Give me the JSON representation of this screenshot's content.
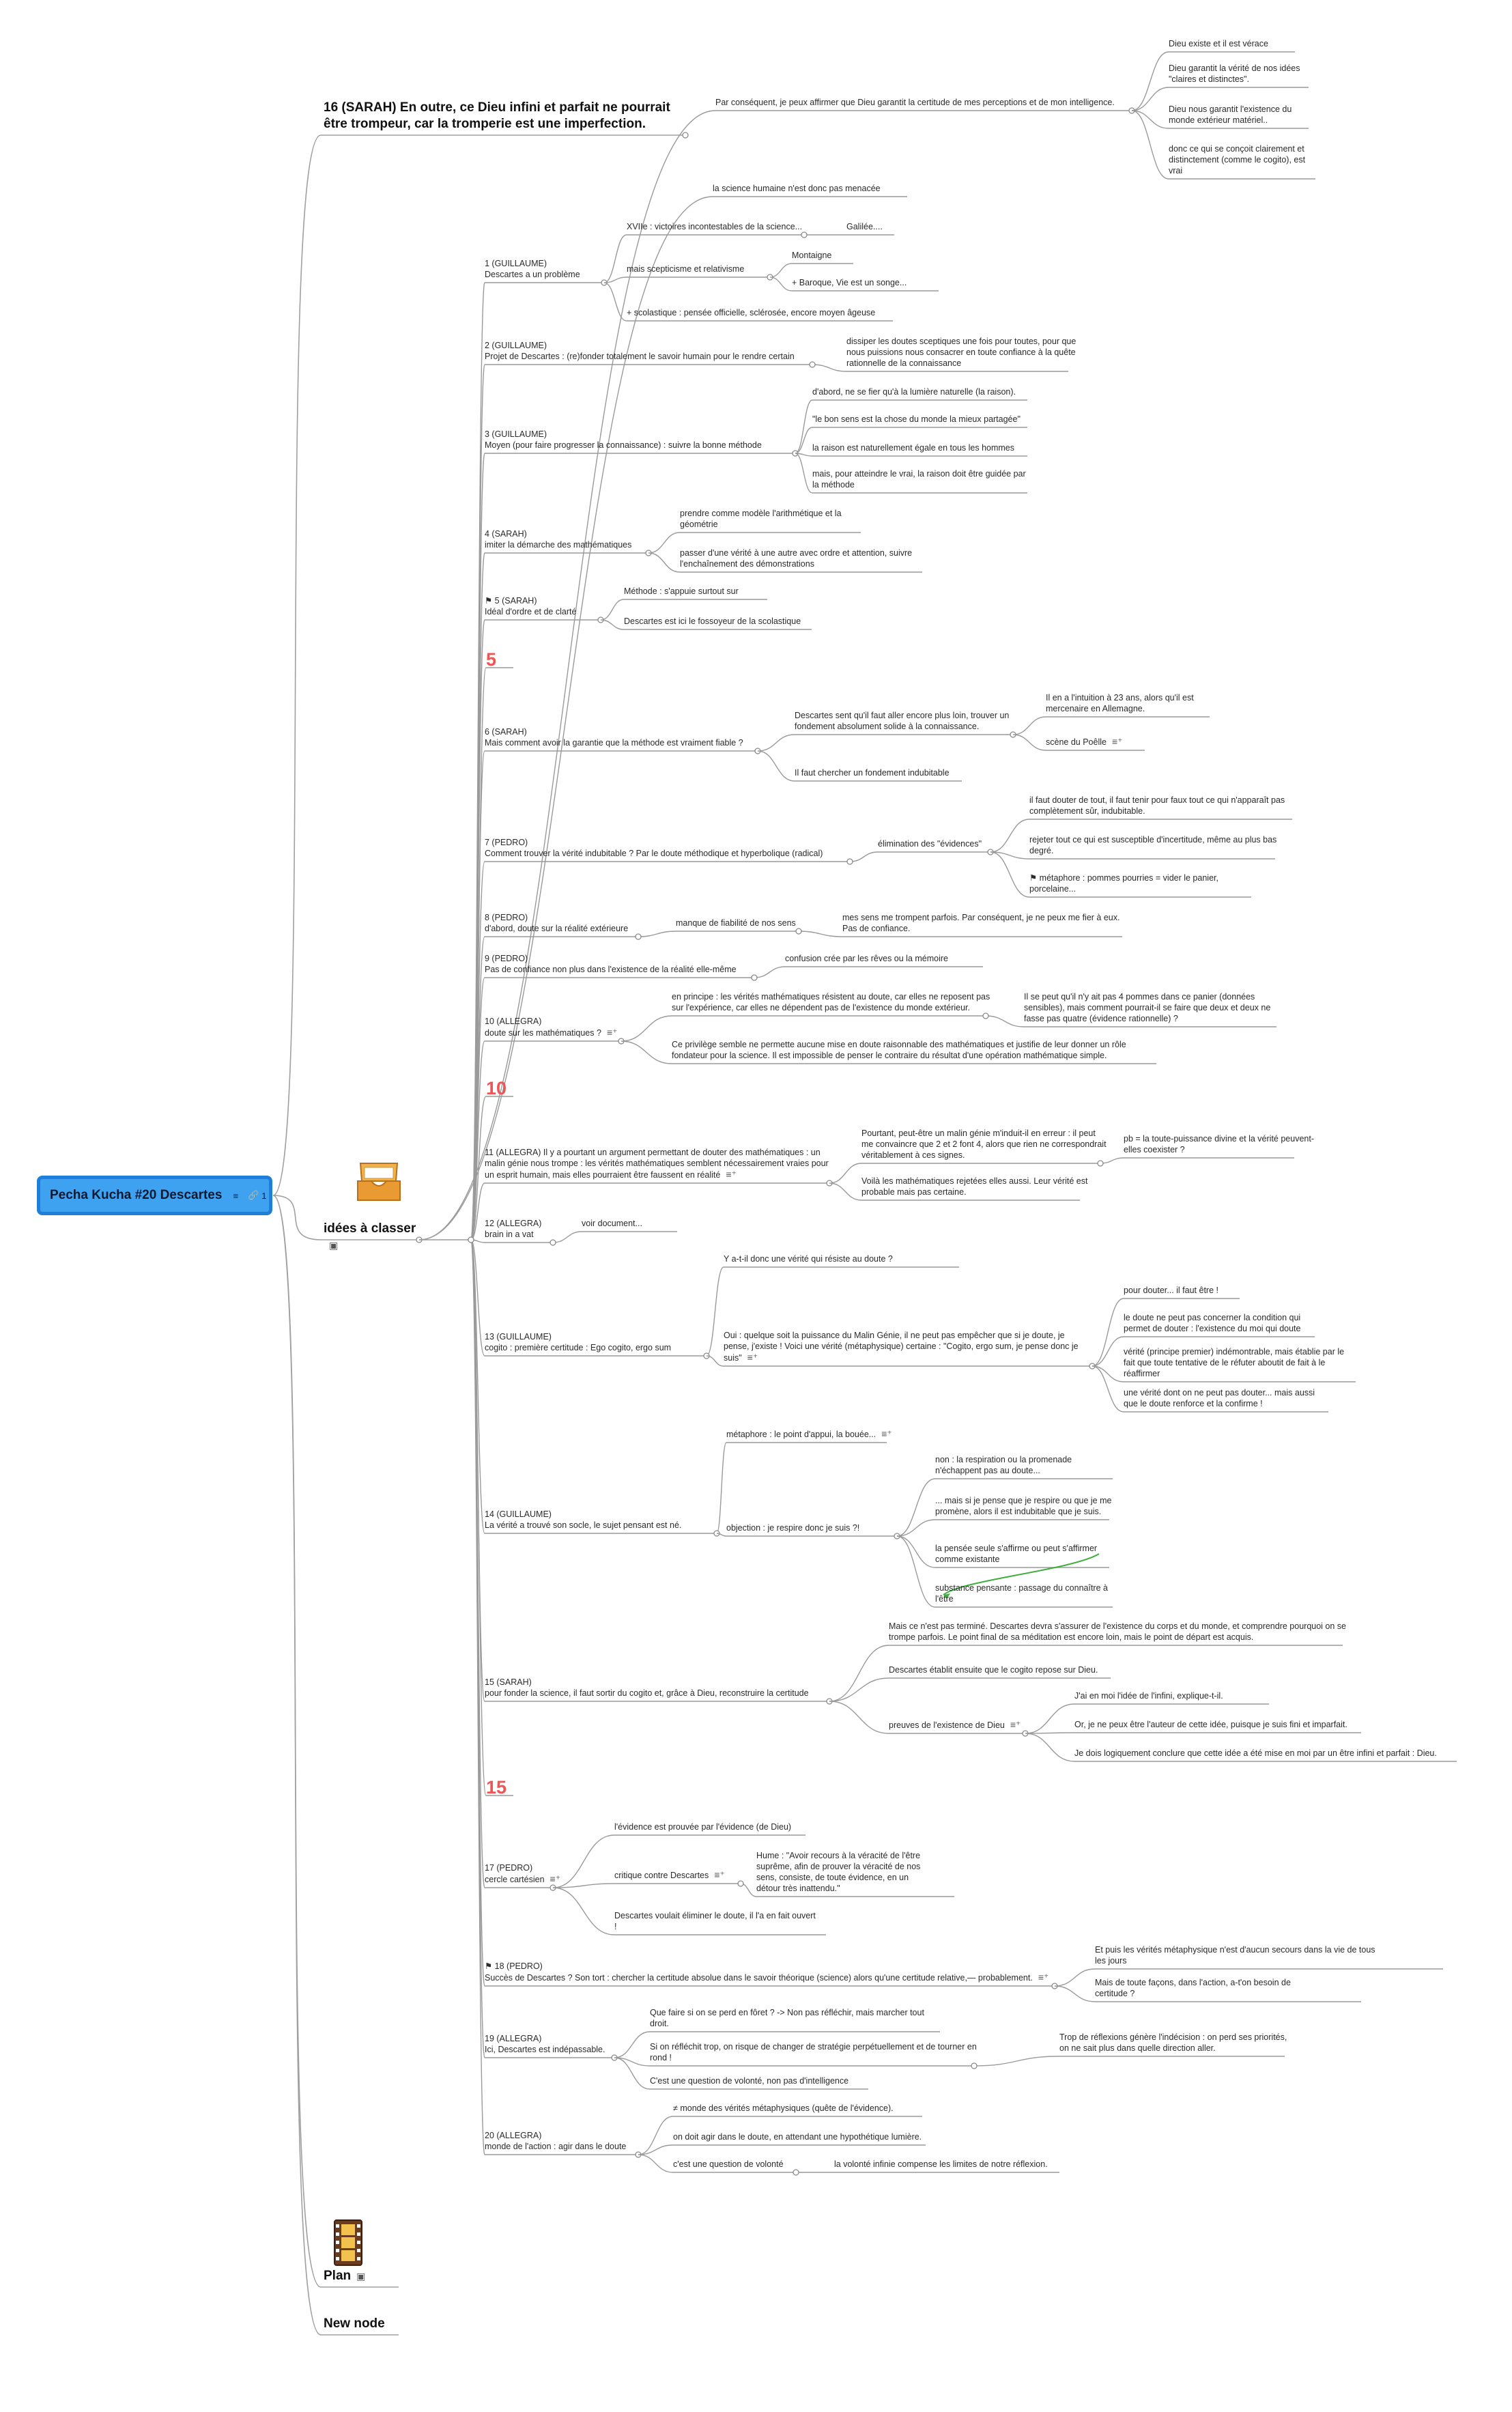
{
  "root": {
    "title": "Pecha Kucha #20 Descartes",
    "link_count": "1"
  },
  "branches": [
    {
      "name": "16 (SARAH) En outre, ce Dieu infini et parfait ne pourrait être trompeur, car la tromperie est une imperfection."
    },
    {
      "name": "idées à classer"
    },
    {
      "name": "Plan"
    },
    {
      "name": "New node"
    }
  ],
  "nodes": [
    "Par conséquent, je peux affirmer que Dieu garantit la certitude de mes perceptions et de mon intelligence.",
    "Dieu existe et il est vérace",
    "Dieu garantit la vérité de nos idées \"claires et distinctes\".",
    "Dieu nous garantit l'existence du monde extérieur matériel..",
    "donc ce qui se conçoit clairement et distinctement (comme le cogito), est vrai",
    "la science humaine n'est donc pas menacée",
    "1 (GUILLAUME)\nDescartes a un problème",
    "XVIIe : victoires incontestables de la science...",
    "Galilée....",
    "mais scepticisme et relativisme",
    "Montaigne",
    "+ Baroque,  Vie est un songe...",
    "+ scolastique : pensée officielle, sclérosée, encore moyen âgeuse",
    "2 (GUILLAUME)\nProjet de Descartes : (re)fonder totalement le savoir humain pour le rendre certain",
    "dissiper les doutes sceptiques une fois pour toutes, pour que nous puissions nous consacrer en toute confiance à la quête rationnelle de la connaissance",
    "3 (GUILLAUME)\nMoyen (pour faire progresser la connaissance) : suivre la bonne méthode",
    "d'abord, ne se fier qu'à la lumière naturelle (la raison).",
    "\"le bon sens est la chose du monde la mieux partagée\"",
    "la raison est naturellement égale en tous les hommes",
    "mais,  pour atteindre le vrai, la raison doit être guidée par la méthode",
    "4 (SARAH)\nimiter la démarche des mathématiques",
    "prendre comme modèle l'arithmétique et la géométrie",
    "passer d'une vérité à une autre avec ordre et attention, suivre l'enchaînement des démonstrations",
    "⚑ 5 (SARAH)\nIdéal d'ordre et de clarté",
    "Méthode : s'appuie surtout sur",
    "Descartes est ici le fossoyeur de la scolastique",
    "5",
    "6 (SARAH)\nMais comment avoir la garantie que la méthode est vraiment fiable ?",
    "Descartes sent qu'il faut aller encore plus loin, trouver un fondement absolument solide à la connaissance.",
    "Il en a l'intuition à 23 ans, alors qu'il est mercenaire en Allemagne.",
    "scène du Poêlle",
    "Il faut chercher un fondement indubitable",
    "7 (PEDRO)\nComment trouver la vérité indubitable ? Par le doute méthodique et hyperbolique (radical)",
    "élimination des \"évidences\"",
    "il faut douter de tout, il faut tenir pour faux tout ce qui n'apparaît pas complètement sûr, indubitable.",
    "rejeter tout ce qui est susceptible d'incertitude, même au plus bas degré.",
    "⚑ métaphore : pommes pourries = vider le panier, porcelaine...",
    "8 (PEDRO)\nd'abord, doute sur la réalité extérieure",
    "manque de fiabilité de nos sens",
    "mes sens me trompent parfois. Par conséquent, je ne peux me fier à eux. Pas de confiance.",
    "9 (PEDRO)\nPas de confiance non plus dans l'existence de la réalité elle-même",
    "confusion crée par les rêves ou la mémoire",
    "10 (ALLEGRA)\ndoute sur les mathématiques ?",
    "en principe : les vérités mathématiques résistent au doute, car elles ne reposent pas sur l'expérience, car elles ne dépendent pas de l'existence du monde extérieur.",
    "Il se peut qu'il n'y ait pas 4 pommes dans ce panier (données sensibles), mais comment pourrait-il se faire que deux et deux ne fasse pas quatre (évidence rationnelle) ?",
    "Ce privilège semble ne permette aucune mise en doute raisonnable des mathématiques et justifie de leur donner un rôle fondateur pour la science. Il est impossible de penser le contraire du résultat d'une opération mathématique simple.",
    "10",
    "11 (ALLEGRA)  Il y a pourtant un argument permettant de douter des mathématiques : un malin génie nous trompe : les vérités mathématiques semblent nécessairement vraies pour un esprit humain, mais elles pourraient être faussent en réalité",
    "Pourtant, peut-être un malin génie m'induit-il en erreur : il peut me convaincre que 2 et 2 font 4, alors que rien ne correspondrait véritablement à ces signes.",
    "pb = la toute-puissance divine et la vérité peuvent-elles coexister ?",
    "Voilà les mathématiques rejetées elles aussi. Leur vérité est probable mais pas certaine.",
    "12 (ALLEGRA)\nbrain in a vat",
    "voir document...",
    "13 (GUILLAUME)\ncogito : première certitude : Ego cogito, ergo sum",
    "Y a-t-il donc une vérité qui résiste au doute ?",
    "Oui : quelque soit la puissance du Malin Génie, il ne peut pas empêcher que si je doute, je pense, j'existe !  Voici une vérité (métaphysique) certaine : \"Cogito, ergo sum, je pense donc je suis\"",
    "pour douter...  il faut être !",
    "le doute ne peut pas concerner la condition qui permet de douter : l'existence du moi qui doute",
    "vérité (principe premier) indémontrable, mais établie par le fait que toute tentative de le réfuter aboutit de fait à le réaffirmer",
    "une vérité dont on ne peut pas douter... mais aussi que le doute renforce et la confirme !",
    "14 (GUILLAUME)\nLa vérité a trouvé son socle, le sujet pensant est né.",
    "métaphore : le point d'appui, la bouée...",
    "objection : je respire donc je suis ?!",
    "non : la respiration ou la promenade n'échappent pas au doute...",
    "... mais si je pense que je respire ou que je me promène, alors il est indubitable que je suis.",
    "la pensée seule s'affirme ou peut s'affirmer comme existante",
    "substance pensante : passage du connaître à l'être",
    "15 (SARAH)\npour fonder la science, il faut sortir du cogito et, grâce à Dieu, reconstruire la certitude",
    "Mais ce n'est pas terminé. Descartes devra s'assurer de l'existence du corps et du monde, et comprendre pourquoi on se trompe parfois. Le point final de sa méditation est encore loin, mais le point de départ est acquis.",
    "Descartes établit ensuite que le cogito repose sur Dieu.",
    "preuves de l'existence de Dieu",
    "J'ai en moi l'idée de l'infini, explique-t-il.",
    "Or, je ne peux être l'auteur de cette idée, puisque je suis fini et imparfait.",
    "Je dois logiquement conclure que cette idée a été mise en moi par un être infini et parfait : Dieu.",
    "15",
    "17 (PEDRO)\ncercle cartésien",
    "l'évidence est prouvée par l'évidence (de Dieu)",
    "critique contre Descartes",
    "Hume : \"Avoir recours à la véracité de l'être suprême, afin de prouver la véracité de nos sens, consiste, de toute évidence, en un détour très inattendu.\"",
    "Descartes voulait éliminer le doute, il l'a en fait ouvert !",
    "⚑ 18 (PEDRO)\nSuccès de Descartes ? Son tort : chercher la certitude absolue dans le savoir théorique (science) alors qu'une certitude relative,—  probablement.",
    "Et puis les vérités métaphysique n'est d'aucun secours dans la vie de tous les jours",
    "Mais de toute façons, dans l'action, a-t'on besoin de certitude ?",
    "19 (ALLEGRA)\nIci, Descartes est indépassable.",
    "Que faire si on se perd en fôret ? -> Non pas réfléchir, mais marcher tout droit.",
    "Si on réfléchit trop, on risque de changer de stratégie perpétuellement et de tourner en rond !",
    "Trop de réflexions génère l'indécision : on perd ses priorités, on ne sait plus dans quelle direction aller.",
    "C'est une question de volonté, non pas d'intelligence",
    "20 (ALLEGRA)\nmonde de l'action : agir dans le doute",
    "≠ monde des vérités métaphysiques (quête de l'évidence).",
    "on doit agir dans le doute, en attendant une hypothétique lumière.",
    "c'est une question de volonté",
    "la volonté infinie compense les limites de notre réflexion."
  ],
  "colors": {
    "root_fill": "#3fa2f0",
    "root_border": "#1f7fd8",
    "line": "#9a9a9a",
    "slide_marker": "#ee5656",
    "arrow": "#3fae3f"
  }
}
